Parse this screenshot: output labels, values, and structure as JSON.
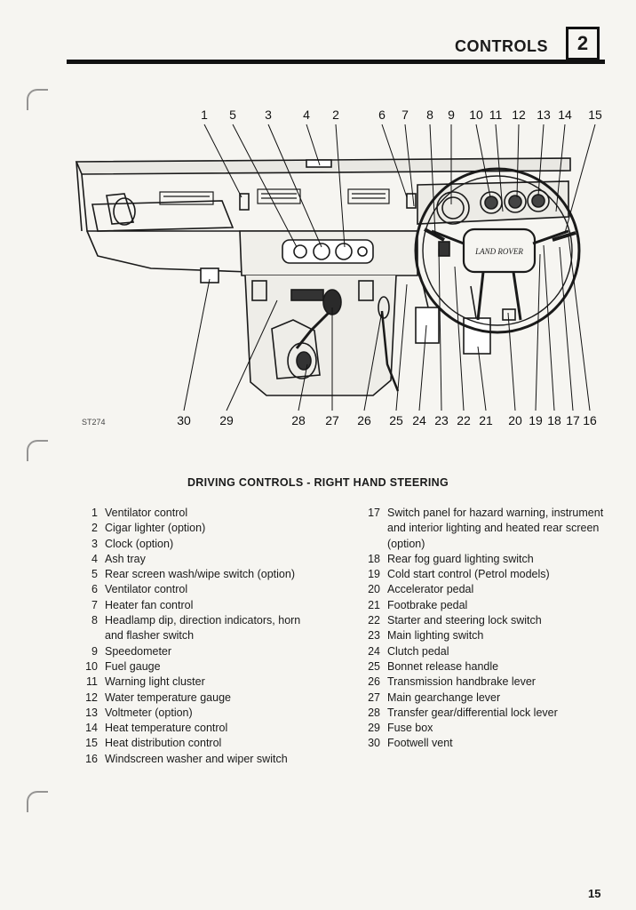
{
  "header": {
    "title": "CONTROLS",
    "chapter": "2"
  },
  "diagram": {
    "ref_code": "ST274",
    "top_callouts": [
      "1",
      "5",
      "3",
      "4",
      "2",
      "6",
      "7",
      "8",
      "9",
      "10",
      "11",
      "12",
      "13",
      "14",
      "15"
    ],
    "bottom_callouts": [
      "30",
      "29",
      "28",
      "27",
      "26",
      "25",
      "24",
      "23",
      "22",
      "21",
      "20",
      "19",
      "18",
      "17",
      "16"
    ],
    "badge_text": "LAND ROVER"
  },
  "caption": "DRIVING CONTROLS - RIGHT HAND STEERING",
  "legend_left": [
    {
      "num": "1",
      "text": "Ventilator control"
    },
    {
      "num": "2",
      "text": "Cigar lighter (option)"
    },
    {
      "num": "3",
      "text": "Clock (option)"
    },
    {
      "num": "4",
      "text": "Ash tray"
    },
    {
      "num": "5",
      "text": "Rear screen wash/wipe switch (option)"
    },
    {
      "num": "6",
      "text": "Ventilator control"
    },
    {
      "num": "7",
      "text": "Heater fan control"
    },
    {
      "num": "8",
      "text": "Headlamp dip, direction indicators, horn and flasher switch"
    },
    {
      "num": "9",
      "text": "Speedometer"
    },
    {
      "num": "10",
      "text": "Fuel gauge"
    },
    {
      "num": "11",
      "text": "Warning light cluster"
    },
    {
      "num": "12",
      "text": "Water temperature gauge"
    },
    {
      "num": "13",
      "text": "Voltmeter (option)"
    },
    {
      "num": "14",
      "text": "Heat temperature control"
    },
    {
      "num": "15",
      "text": "Heat distribution control"
    },
    {
      "num": "16",
      "text": "Windscreen washer and wiper switch"
    }
  ],
  "legend_right": [
    {
      "num": "17",
      "text": "Switch panel for hazard warning, instrument and interior lighting and heated rear screen (option)"
    },
    {
      "num": "18",
      "text": "Rear fog guard lighting switch"
    },
    {
      "num": "19",
      "text": "Cold start control (Petrol models)"
    },
    {
      "num": "20",
      "text": "Accelerator pedal"
    },
    {
      "num": "21",
      "text": "Footbrake pedal"
    },
    {
      "num": "22",
      "text": "Starter and steering lock switch"
    },
    {
      "num": "23",
      "text": "Main lighting switch"
    },
    {
      "num": "24",
      "text": "Clutch pedal"
    },
    {
      "num": "25",
      "text": "Bonnet release handle"
    },
    {
      "num": "26",
      "text": "Transmission handbrake lever"
    },
    {
      "num": "27",
      "text": "Main gearchange lever"
    },
    {
      "num": "28",
      "text": "Transfer gear/differential lock lever"
    },
    {
      "num": "29",
      "text": "Fuse box"
    },
    {
      "num": "30",
      "text": "Footwell vent"
    }
  ],
  "page_number": "15"
}
